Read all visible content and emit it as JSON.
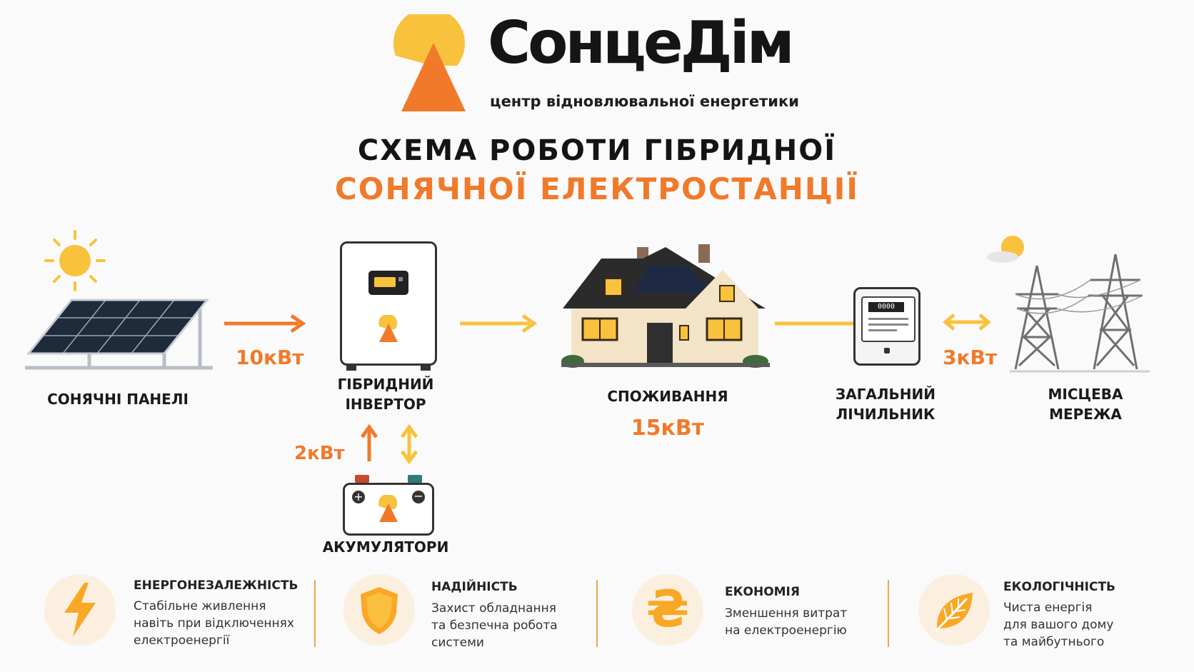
{
  "brand": {
    "name": "СонцеДім",
    "tagline": "центр відновлювальної енергетики"
  },
  "title": {
    "line1": "СХЕМА РОБОТИ ГІБРИДНОЇ",
    "line2": "СОНЯЧНОЇ ЕЛЕКТРОСТАНЦІЇ"
  },
  "diagram": {
    "solar_panels": "СОНЯЧНІ ПАНЕЛІ",
    "inverter_line1": "ГІБРИДНИЙ",
    "inverter_line2": "ІНВЕРТОР",
    "consumption": "СПОЖИВАННЯ",
    "meter_line1": "ЗАГАЛЬНИЙ",
    "meter_line2": "ЛІЧИЛЬНИК",
    "grid_line1": "МІСЦЕВА",
    "grid_line2": "МЕРЕЖА",
    "batteries": "АКУМУЛЯТОРИ",
    "power_solar": "10кВт",
    "power_battery": "2кВт",
    "power_consumption": "15кВт",
    "power_grid": "3кВт",
    "meter_display": "0000"
  },
  "features": [
    {
      "title": "ЕНЕРГОНЕЗАЛЕЖНІСТЬ",
      "desc1": "Стабільне живлення",
      "desc2": "навіть при відключеннях",
      "desc3": "електроенергії",
      "icon": "lightning-icon"
    },
    {
      "title": "НАДІЙНІСТЬ",
      "desc1": "Захист обладнання",
      "desc2": "та безпечна робота",
      "desc3": "системи",
      "icon": "shield-icon"
    },
    {
      "title": "ЕКОНОМІЯ",
      "desc1": "Зменшення витрат",
      "desc2": "на електроенергію",
      "desc3": "",
      "icon": "hryvnia-icon"
    },
    {
      "title": "ЕКОЛОГІЧНІСТЬ",
      "desc1": "Чиста енергія",
      "desc2": "для вашого дому",
      "desc3": "та майбутнього",
      "icon": "leaf-icon"
    }
  ],
  "colors": {
    "accent_orange": "#f07a2a",
    "accent_yellow": "#f9c23c",
    "background": "#fafafa"
  }
}
